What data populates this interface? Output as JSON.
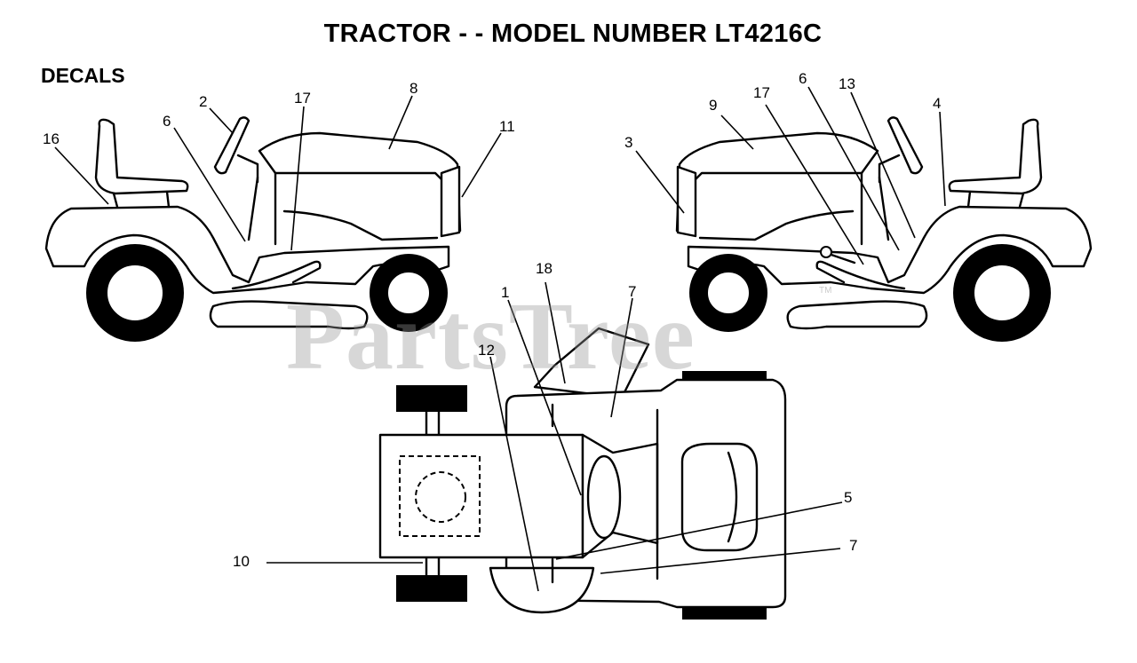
{
  "title": "TRACTOR - - MODEL NUMBER LT4216C",
  "subtitle": "DECALS",
  "watermark": "PartsTree",
  "watermark_mark": "TM",
  "callouts": {
    "left_16": "16",
    "left_6": "6",
    "left_2": "2",
    "left_17": "17",
    "left_8": "8",
    "left_11": "11",
    "right_3": "3",
    "right_9": "9",
    "right_17": "17",
    "right_6": "6",
    "right_13": "13",
    "right_4": "4",
    "top_18": "18",
    "top_1": "1",
    "top_7a": "7",
    "top_12": "12",
    "top_5": "5",
    "top_10": "10",
    "top_7b": "7"
  }
}
